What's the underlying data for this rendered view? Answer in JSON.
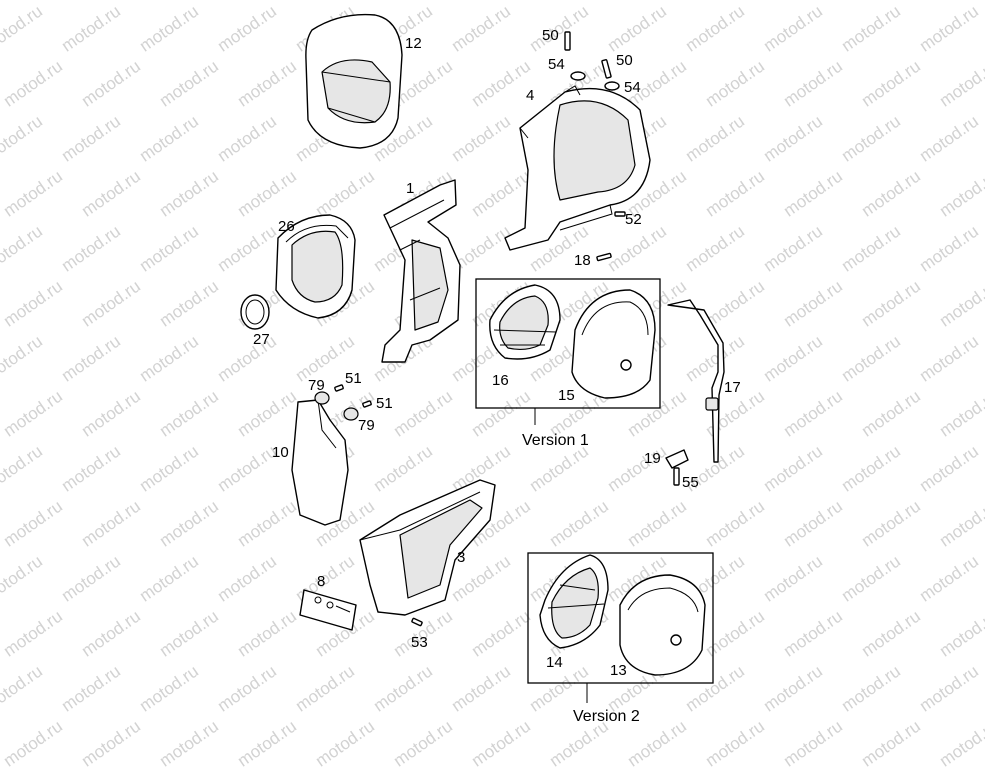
{
  "watermark_text": "motod.ru",
  "callouts": {
    "p1": "1",
    "p3": "3",
    "p4": "4",
    "p8": "8",
    "p10": "10",
    "p12": "12",
    "p13": "13",
    "p14": "14",
    "p15": "15",
    "p16": "16",
    "p17": "17",
    "p18": "18",
    "p19": "19",
    "p26": "26",
    "p27": "27",
    "p50a": "50",
    "p50b": "50",
    "p51a": "51",
    "p51b": "51",
    "p52": "52",
    "p53": "53",
    "p54a": "54",
    "p54b": "54",
    "p55": "55",
    "p79a": "79",
    "p79b": "79"
  },
  "versions": {
    "v1": "Version 1",
    "v2": "Version 2"
  }
}
